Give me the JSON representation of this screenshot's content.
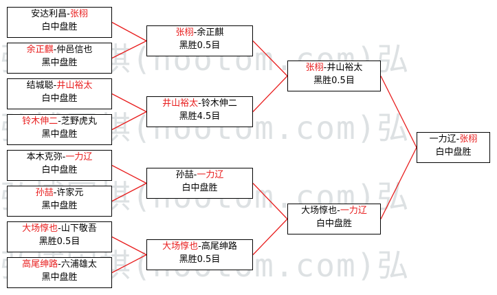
{
  "watermark": "弘博围棋(hootom.com)弘",
  "connector_color": "#e81d1d",
  "winner_color": "#e81d1d",
  "round1": [
    {
      "a": "安达利昌",
      "b": "张栩",
      "winner": "b",
      "result": "白中盘胜"
    },
    {
      "a": "余正麒",
      "b": "仲邑信也",
      "winner": "a",
      "result": "黑中盘胜"
    },
    {
      "a": "结城聪",
      "b": "井山裕太",
      "winner": "b",
      "result": "白中盘胜"
    },
    {
      "a": "铃木伸二",
      "b": "芝野虎丸",
      "winner": "a",
      "result": "黑中盘胜"
    },
    {
      "a": "本木克弥",
      "b": "一力辽",
      "winner": "b",
      "result": "白中盘胜"
    },
    {
      "a": "孙喆",
      "b": "许家元",
      "winner": "a",
      "result": "黑中盘胜"
    },
    {
      "a": "大场惇也",
      "b": "山下敬吾",
      "winner": "a",
      "result": "黑胜0.5目"
    },
    {
      "a": "高尾绅路",
      "b": "六浦雄太",
      "winner": "a",
      "result": "黑中盘胜"
    }
  ],
  "round2": [
    {
      "a": "张栩",
      "b": "余正麒",
      "winner": "a",
      "result": "黑胜0.5目"
    },
    {
      "a": "井山裕太",
      "b": "铃木伸二",
      "winner": "a",
      "result": "黑胜4.5目"
    },
    {
      "a": "孙喆",
      "b": "一力辽",
      "winner": "b",
      "result": "白中盘胜"
    },
    {
      "a": "大场惇也",
      "b": "高尾绅路",
      "winner": "a",
      "result": "黑胜0.5目"
    }
  ],
  "round3": [
    {
      "a": "张栩",
      "b": "井山裕太",
      "winner": "a",
      "result": "黑胜0.5目"
    },
    {
      "a": "大场惇也",
      "b": "一力辽",
      "winner": "b",
      "result": "白中盘胜"
    }
  ],
  "final": [
    {
      "a": "一力辽",
      "b": "张栩",
      "winner": "b",
      "result": "白中盘胜"
    }
  ]
}
